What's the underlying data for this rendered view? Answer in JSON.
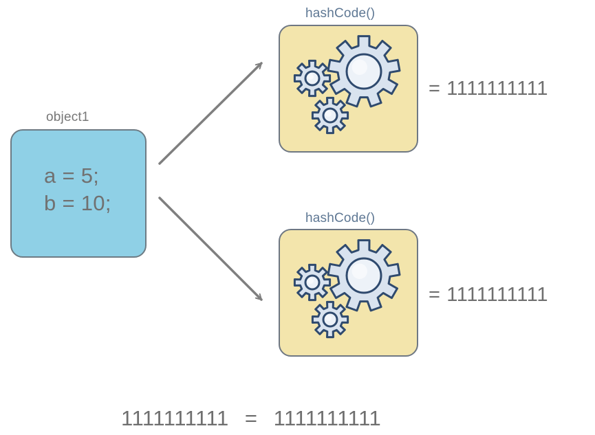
{
  "object": {
    "title": "object1",
    "line1": "a = 5;",
    "line2": "b = 10;"
  },
  "methods": [
    {
      "title": "hashCode()",
      "result": "= 1111111111",
      "icon": "gears-icon"
    },
    {
      "title": "hashCode()",
      "result": "= 1111111111",
      "icon": "gears-icon"
    }
  ],
  "comparison": {
    "left": "1111111111",
    "operator": "=",
    "right": "1111111111"
  },
  "colors": {
    "object_fill": "#8fd0e6",
    "method_fill": "#f3e5ac",
    "arrow": "#7f7f7f",
    "gear_fill": "#d9e3ef",
    "gear_stroke": "#2f4a6e"
  }
}
